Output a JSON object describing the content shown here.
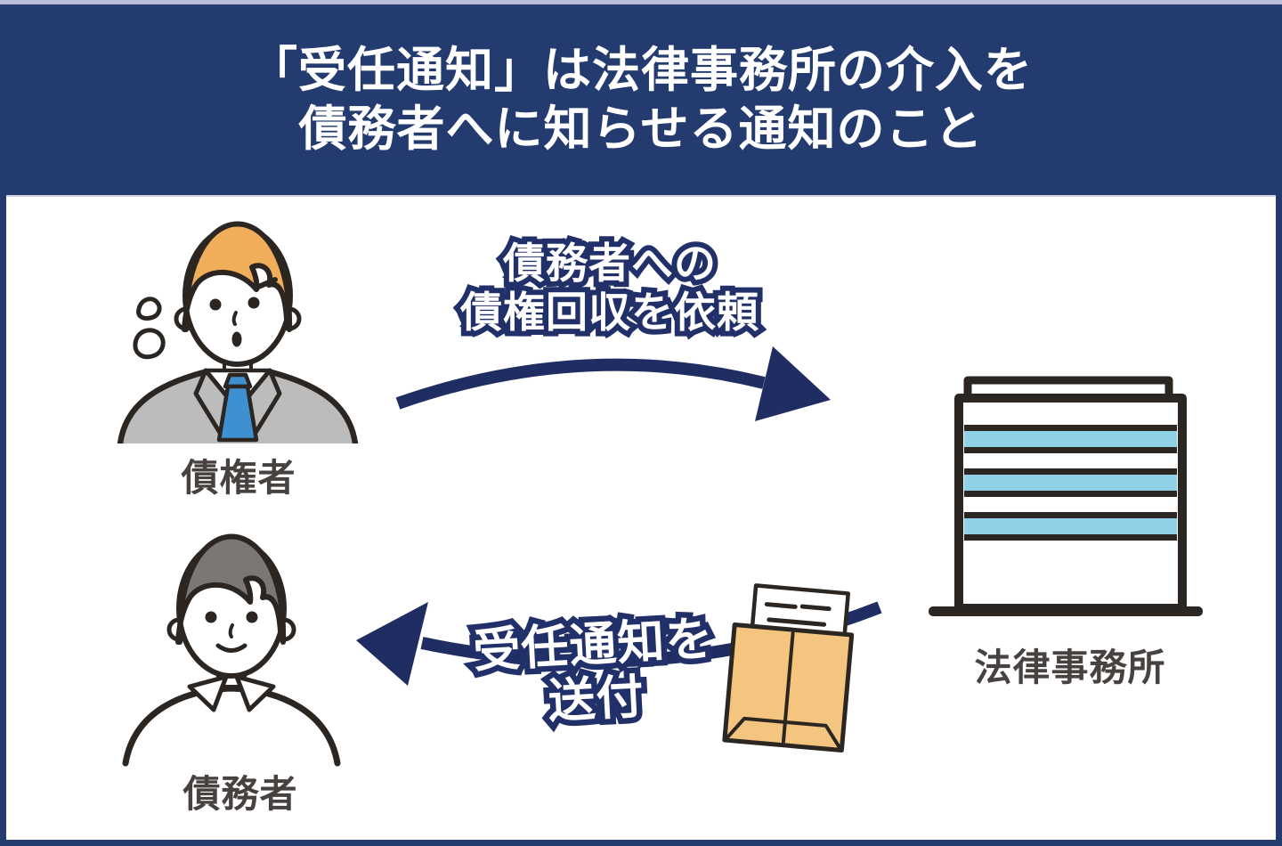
{
  "header": {
    "title_line1": "「受任通知」は法律事務所の介入を",
    "title_line2": "債務者へに知らせる通知のこと"
  },
  "actors": {
    "creditor": {
      "label": "債権者"
    },
    "debtor": {
      "label": "債務者"
    },
    "law_office": {
      "label": "法律事務所"
    }
  },
  "arrows": {
    "request": {
      "line1": "債務者への",
      "line2": "債権回収を依頼"
    },
    "notice": {
      "line1": "受任通知を",
      "line2": "送付"
    }
  },
  "icons": {
    "creditor_illustration": "worried-businessman-with-sweat-drops",
    "debtor_illustration": "calm-man-white-shirt",
    "office_building": "striped-office-building",
    "envelope": "tan-envelope-with-letter",
    "request_arrow": "curved-arrow-pointing-right",
    "notice_arrow": "curved-arrow-pointing-left"
  },
  "colors": {
    "header_navy": "#243B70",
    "arrow_navy": "#202D62",
    "text_outline_navy": "#22306A",
    "frame_navy": "#243B70",
    "top_strip_lavender": "#B7BDDA",
    "building_stripe_blue": "#8FD2E7",
    "illustration_outline": "#2B2622",
    "suit_gray": "#BCBCBC",
    "tie_blue": "#3F90D0",
    "hair_orange": "#F0AE5B",
    "hair_gray": "#7C7674",
    "envelope_tan": "#F4C57E",
    "label_text": "#474140",
    "background": "#FFFFFF"
  }
}
